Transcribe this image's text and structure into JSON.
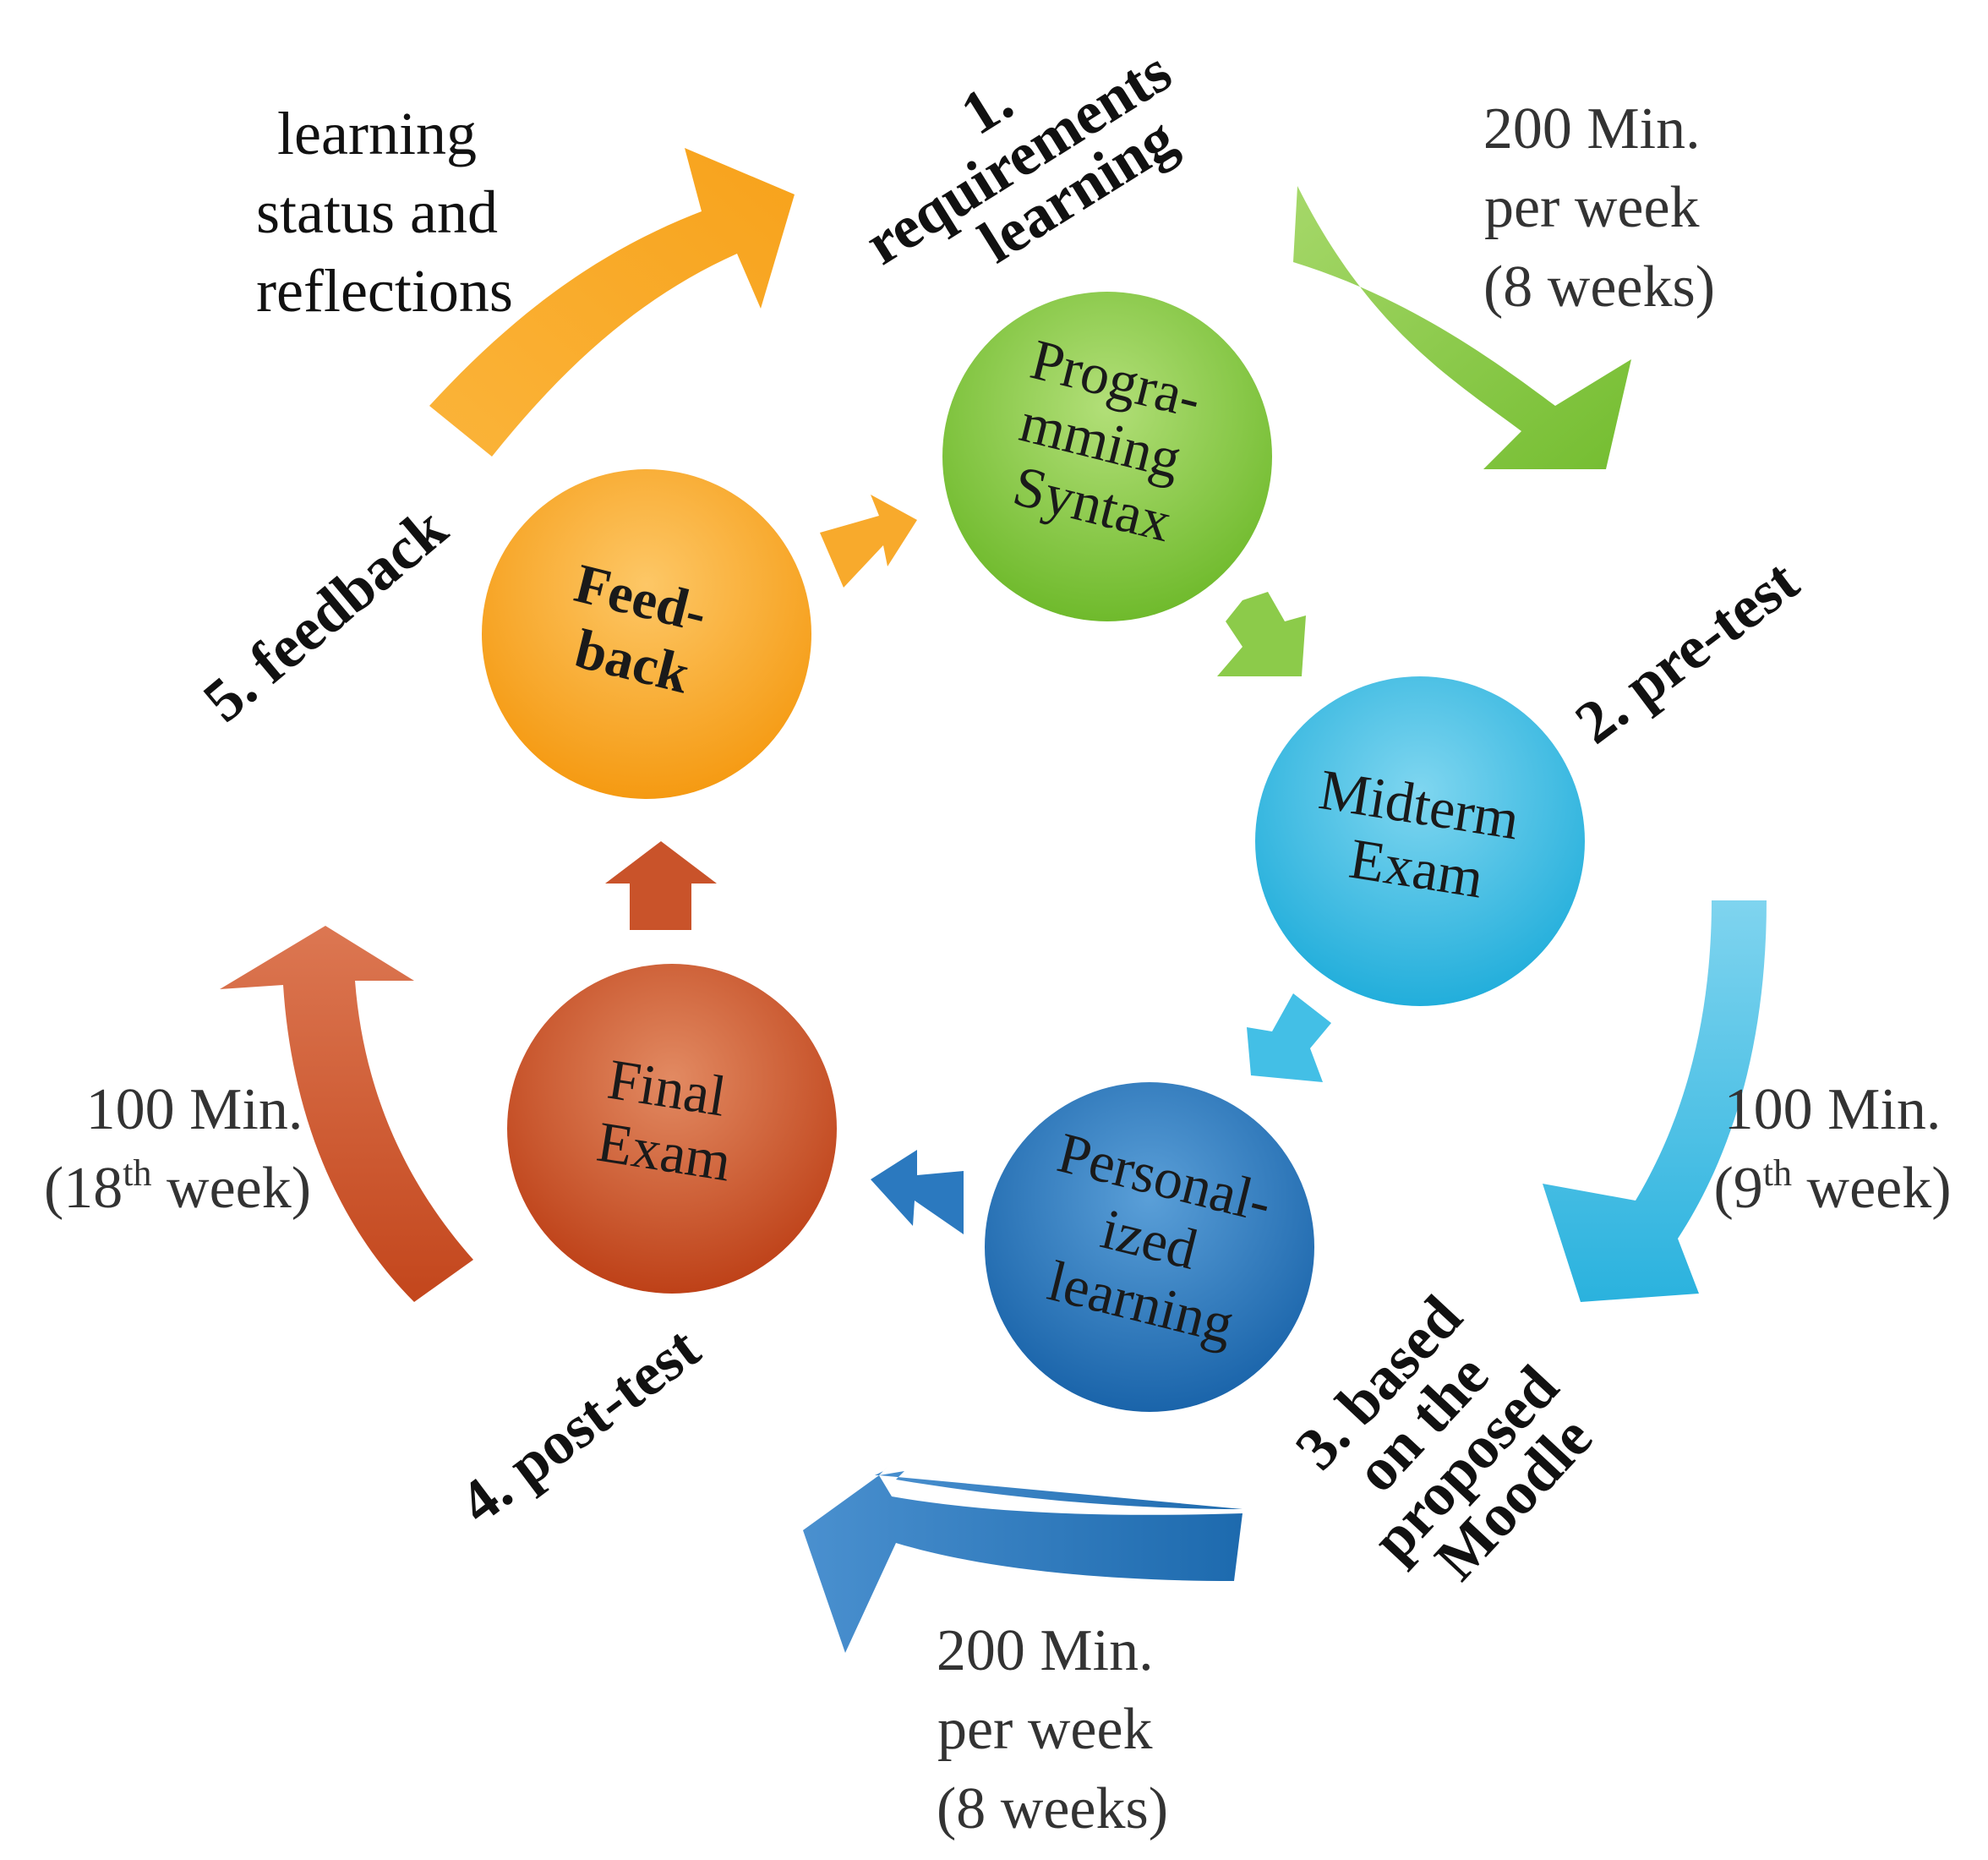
{
  "colors": {
    "green": "#7cc23c",
    "green_light": "#a6d86a",
    "cyan": "#2fb5e0",
    "cyan_light": "#6fd0ee",
    "blue": "#1f6fb5",
    "blue_light": "#4b93d1",
    "red": "#c54a1f",
    "red_light": "#de7a52",
    "orange": "#f7a21b",
    "orange_light": "#fcc25a"
  },
  "nodes": {
    "programming": {
      "lines": [
        "Progra-",
        "mming",
        "Syntax"
      ]
    },
    "midterm": {
      "lines": [
        "Midterm",
        "Exam"
      ]
    },
    "personalized": {
      "lines": [
        "Personal-",
        "ized",
        "learning"
      ]
    },
    "final": {
      "lines": [
        "Final",
        "Exam"
      ]
    },
    "feedback": {
      "lines": [
        "Feed-",
        "back"
      ]
    }
  },
  "phases": {
    "p1": {
      "lines": [
        "1.",
        "requirements",
        "learning"
      ]
    },
    "p2": {
      "text": "2. pre-test"
    },
    "p3": {
      "lines": [
        "3. based",
        "on the",
        "proposed",
        "Moodle"
      ]
    },
    "p4": {
      "text": "4. post-test"
    },
    "p5": {
      "text": "5. feedback"
    }
  },
  "durations": {
    "d1": {
      "lines": [
        "200 Min.",
        "per week",
        "(8 weeks)"
      ]
    },
    "d2": {
      "line1": "100 Min.",
      "prefix": "(9",
      "sup": "th",
      "suffix": " week)"
    },
    "d3": {
      "lines": [
        "200 Min.",
        "per week",
        "(8 weeks)"
      ]
    },
    "d4": {
      "line1": "100 Min.",
      "prefix": "(18",
      "sup": "th",
      "suffix": " week)"
    }
  },
  "note": {
    "lines": [
      "learning",
      "status and",
      "reflections"
    ]
  }
}
